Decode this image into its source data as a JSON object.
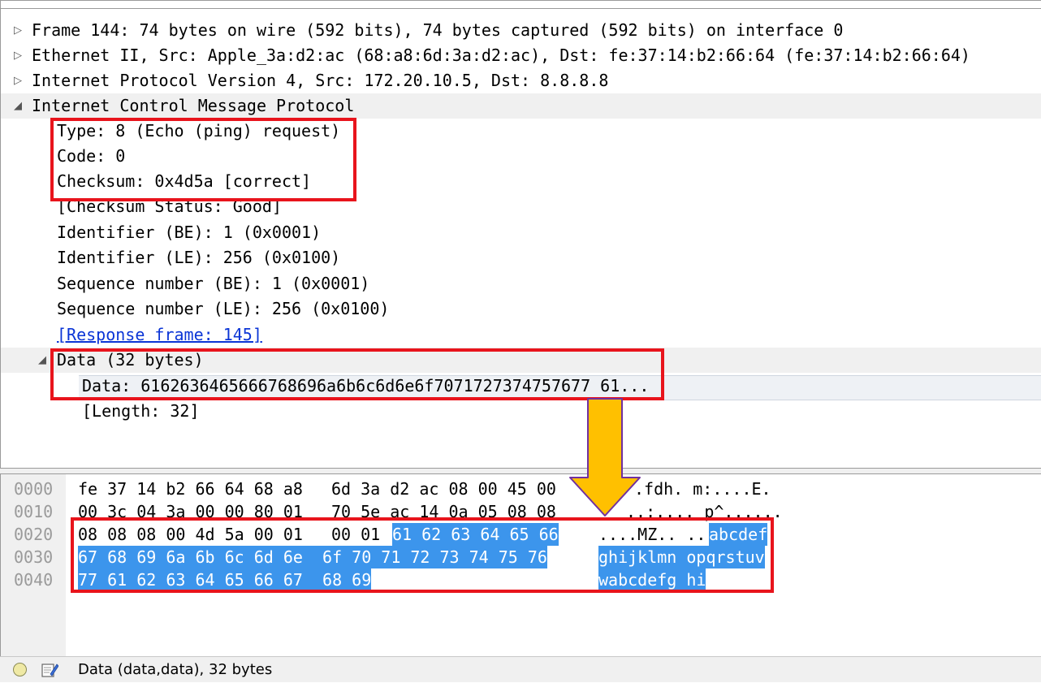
{
  "tree": {
    "rows": [
      {
        "text": "Frame 144: 74 bytes on wire (592 bits), 74 bytes captured (592 bits) on interface 0",
        "state": "collapsed"
      },
      {
        "text": "Ethernet II, Src: Apple_3a:d2:ac (68:a8:6d:3a:d2:ac), Dst: fe:37:14:b2:66:64 (fe:37:14:b2:66:64)",
        "state": "collapsed"
      },
      {
        "text": "Internet Protocol Version 4, Src: 172.20.10.5, Dst: 8.8.8.8",
        "state": "collapsed"
      },
      {
        "text": "Internet Control Message Protocol",
        "state": "expanded"
      },
      {
        "text": "Type: 8 (Echo (ping) request)"
      },
      {
        "text": "Code: 0"
      },
      {
        "text": "Checksum: 0x4d5a [correct]"
      },
      {
        "text": "[Checksum Status: Good]"
      },
      {
        "text": "Identifier (BE): 1 (0x0001)"
      },
      {
        "text": "Identifier (LE): 256 (0x0100)"
      },
      {
        "text": "Sequence number (BE): 1 (0x0001)"
      },
      {
        "text": "Sequence number (LE): 256 (0x0100)"
      },
      {
        "text": "[Response frame: 145]"
      },
      {
        "text": "Data (32 bytes)",
        "state": "expanded"
      },
      {
        "text": "Data: 6162636465666768696a6b6c6d6e6f7071727374757677 61..."
      },
      {
        "text": "[Length: 32]"
      }
    ]
  },
  "hex": {
    "rows": [
      {
        "offset": "0000",
        "hex_a": "fe 37 14 b2 66 64 68 a8",
        "hex_b": "6d 3a d2 ac 08 00 45 00",
        "ascii_a": "",
        "ascii_b": ".fdh. m:....E."
      },
      {
        "offset": "0010",
        "hex_a": "00 3c 04 3a 00 00 80 01",
        "hex_b": "70 5e ac 14 0a 05 08 08",
        "ascii_a": "",
        "ascii_b": "..:.... p^......"
      },
      {
        "offset": "0020",
        "hex_a": "08 08 08 00 4d 5a 00 01",
        "hex_b": "00 01",
        "hex_sel": "61 62 63 64 65 66",
        "ascii_a": "....MZ.. ..",
        "ascii_sel": "abcdef"
      },
      {
        "offset": "0030",
        "hex_sel": "67 68 69 6a 6b 6c 6d 6e  6f 70 71 72 73 74 75 76",
        "ascii_sel": "ghijklmn opqrstuv"
      },
      {
        "offset": "0040",
        "hex_sel": "77 61 62 63 64 65 66 67  68 69",
        "ascii_sel": "wabcdefg hi"
      }
    ]
  },
  "status": {
    "text": "Data (data,data), 32 bytes"
  },
  "colors": {
    "annotation_box": "#e8141c",
    "arrow_fill": "#ffc000",
    "arrow_outline": "#7030a0",
    "selection": "#3c95ec"
  }
}
